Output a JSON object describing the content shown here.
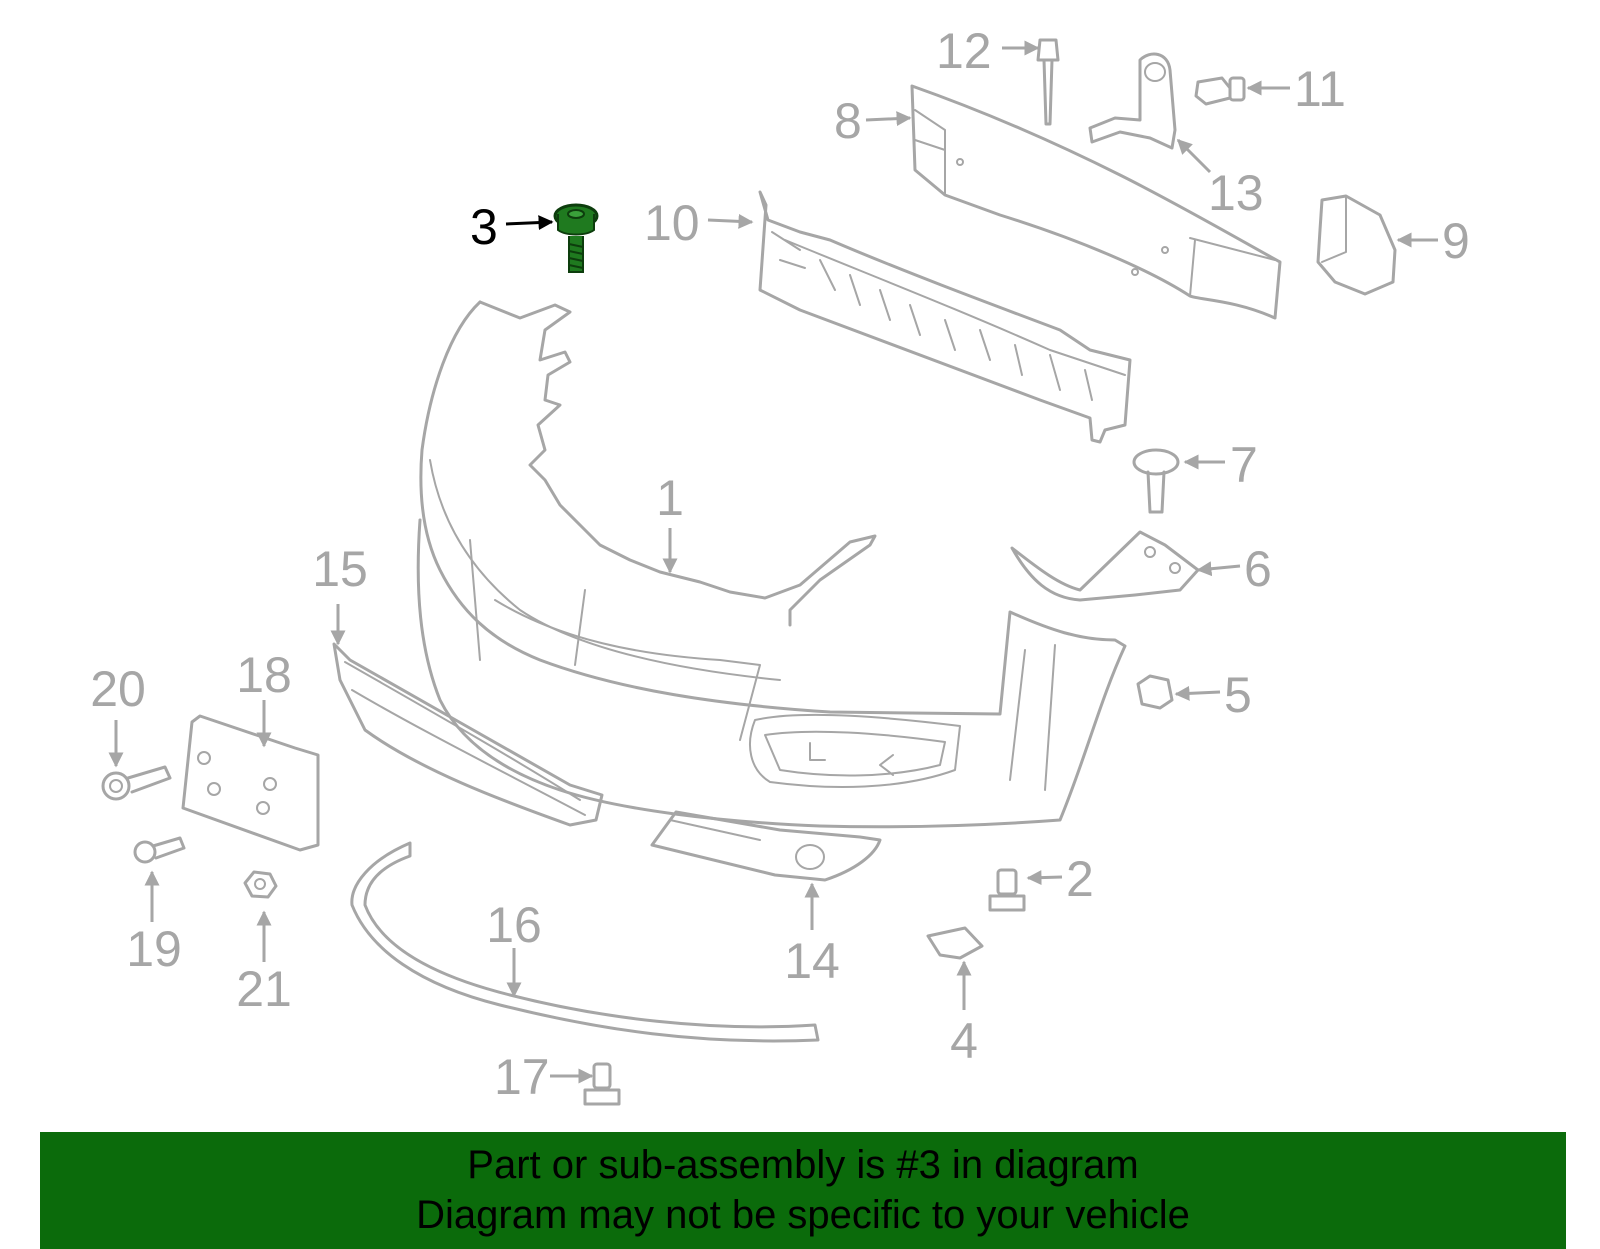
{
  "diagram": {
    "colors": {
      "part_outline": "#a6a6a6",
      "label_default": "#a6a6a6",
      "label_highlight": "#000000",
      "highlight_part": "#1f7a1f",
      "banner_background": "#0b6b0b"
    },
    "highlighted_part": "3",
    "callouts": {
      "c1": "1",
      "c2": "2",
      "c3": "3",
      "c4": "4",
      "c5": "5",
      "c6": "6",
      "c7": "7",
      "c8": "8",
      "c9": "9",
      "c10": "10",
      "c11": "11",
      "c12": "12",
      "c13": "13",
      "c14": "14",
      "c15": "15",
      "c16": "16",
      "c17": "17",
      "c18": "18",
      "c19": "19",
      "c20": "20",
      "c21": "21"
    }
  },
  "banner": {
    "line1": "Part or sub-assembly is #3 in diagram",
    "line2": "Diagram may not be specific to your vehicle"
  }
}
